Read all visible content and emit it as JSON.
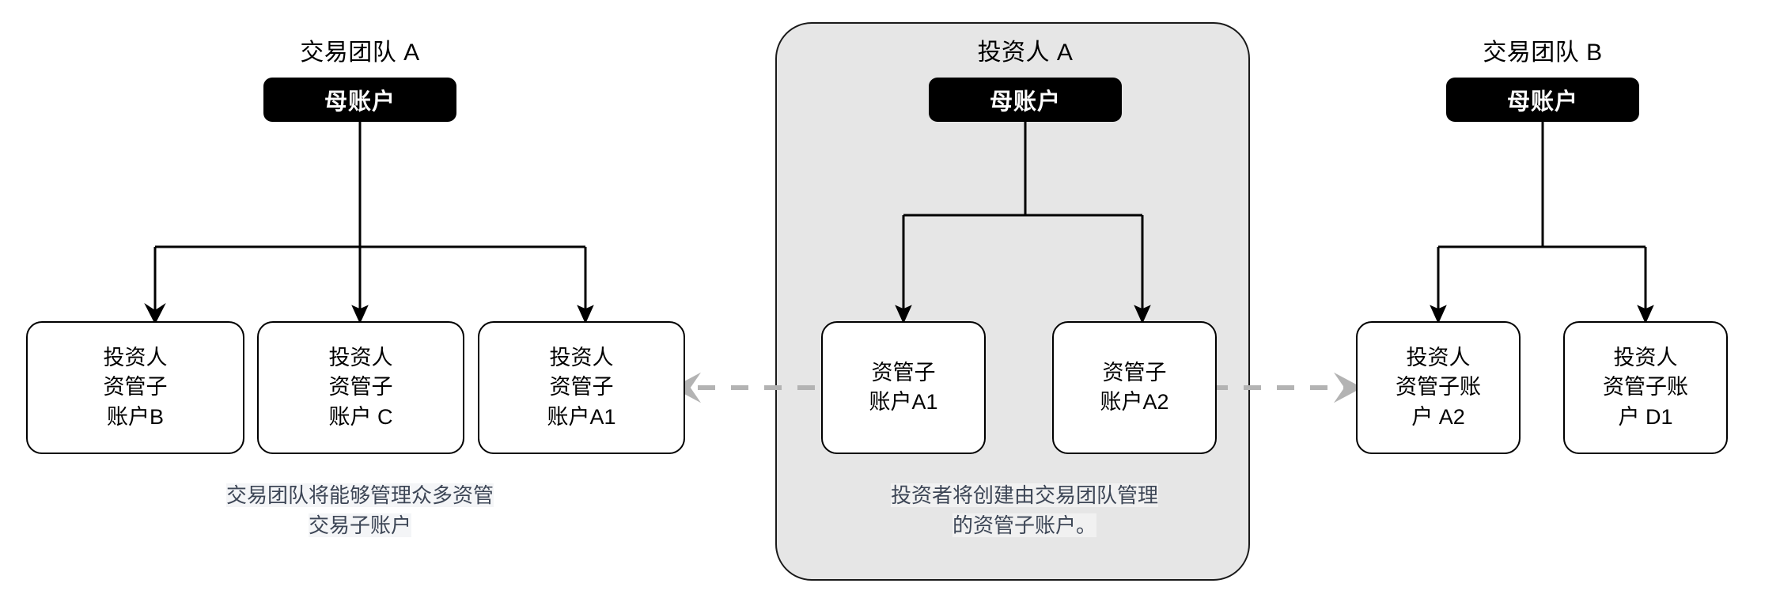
{
  "groups": [
    {
      "id": "trading-team-a",
      "title": "交易团队 A",
      "master": {
        "label": "母账户"
      },
      "children": [
        {
          "id": "acct-b",
          "label": "投资人\n资管子\n账户B"
        },
        {
          "id": "acct-c",
          "label": "投资人\n资管子\n账户 C"
        },
        {
          "id": "acct-a1",
          "label": "投资人\n资管子\n账户A1"
        }
      ],
      "caption": "交易团队将能够管理众多资管\n交易子账户"
    },
    {
      "id": "investor-a",
      "title": "投资人 A",
      "master": {
        "label": "母账户"
      },
      "children": [
        {
          "id": "sub-a1",
          "label": "资管子\n账户A1"
        },
        {
          "id": "sub-a2",
          "label": "资管子\n账户A2"
        }
      ],
      "caption": "投资者将创建由交易团队管理\n的资管子账户。"
    },
    {
      "id": "trading-team-b",
      "title": "交易团队 B",
      "master": {
        "label": "母账户"
      },
      "children": [
        {
          "id": "acct-a2-r",
          "label": "投资人\n资管子账\n户 A2"
        },
        {
          "id": "acct-d1-r",
          "label": "投资人\n资管子账\n户 D1"
        }
      ],
      "caption": ""
    }
  ],
  "links": {
    "left_dashed_label": "",
    "right_dashed_label": ""
  },
  "colors": {
    "master_fill": "#000000",
    "master_text": "#ffffff",
    "node_fill": "#ffffff",
    "node_stroke": "#000000",
    "panel_fill": "#e6e6e6",
    "panel_stroke": "#1a1a1a",
    "caption_text": "#3d4656",
    "dashed_link": "#b3b3b3"
  }
}
